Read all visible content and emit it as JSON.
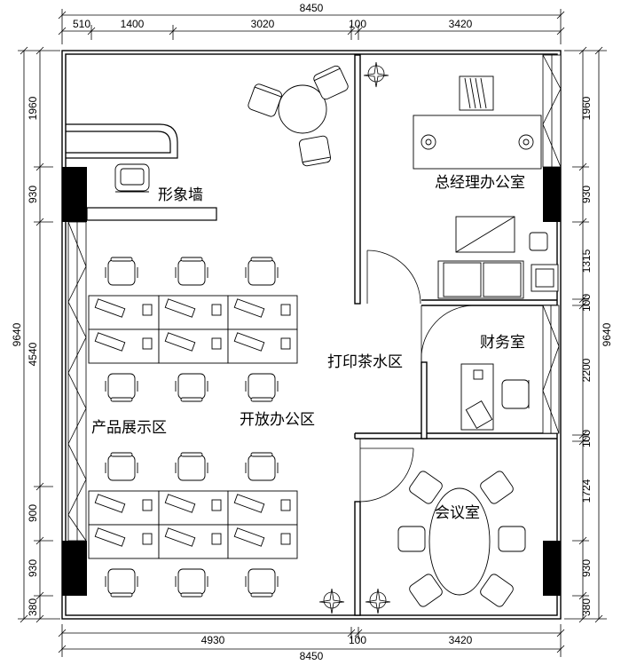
{
  "dimensions": {
    "top_total": "8450",
    "top_segments": [
      "510",
      "1400",
      "3020",
      "100",
      "3420"
    ],
    "bottom_total": "8450",
    "bottom_segments": [
      "4930",
      "100",
      "3420"
    ],
    "left_total": "9640",
    "left_segments": [
      "1960",
      "930",
      "4540",
      "900",
      "930",
      "380"
    ],
    "right_total": "9640",
    "right_segments": [
      "1960",
      "930",
      "1315",
      "100",
      "2200",
      "100",
      "1724",
      "930",
      "380"
    ]
  },
  "rooms": {
    "image_wall": "形象墙",
    "gm_office": "总经理办公室",
    "print_tea": "打印茶水区",
    "finance": "财务室",
    "product_display": "产品展示区",
    "open_office": "开放办公区",
    "meeting_room": "会议室"
  }
}
